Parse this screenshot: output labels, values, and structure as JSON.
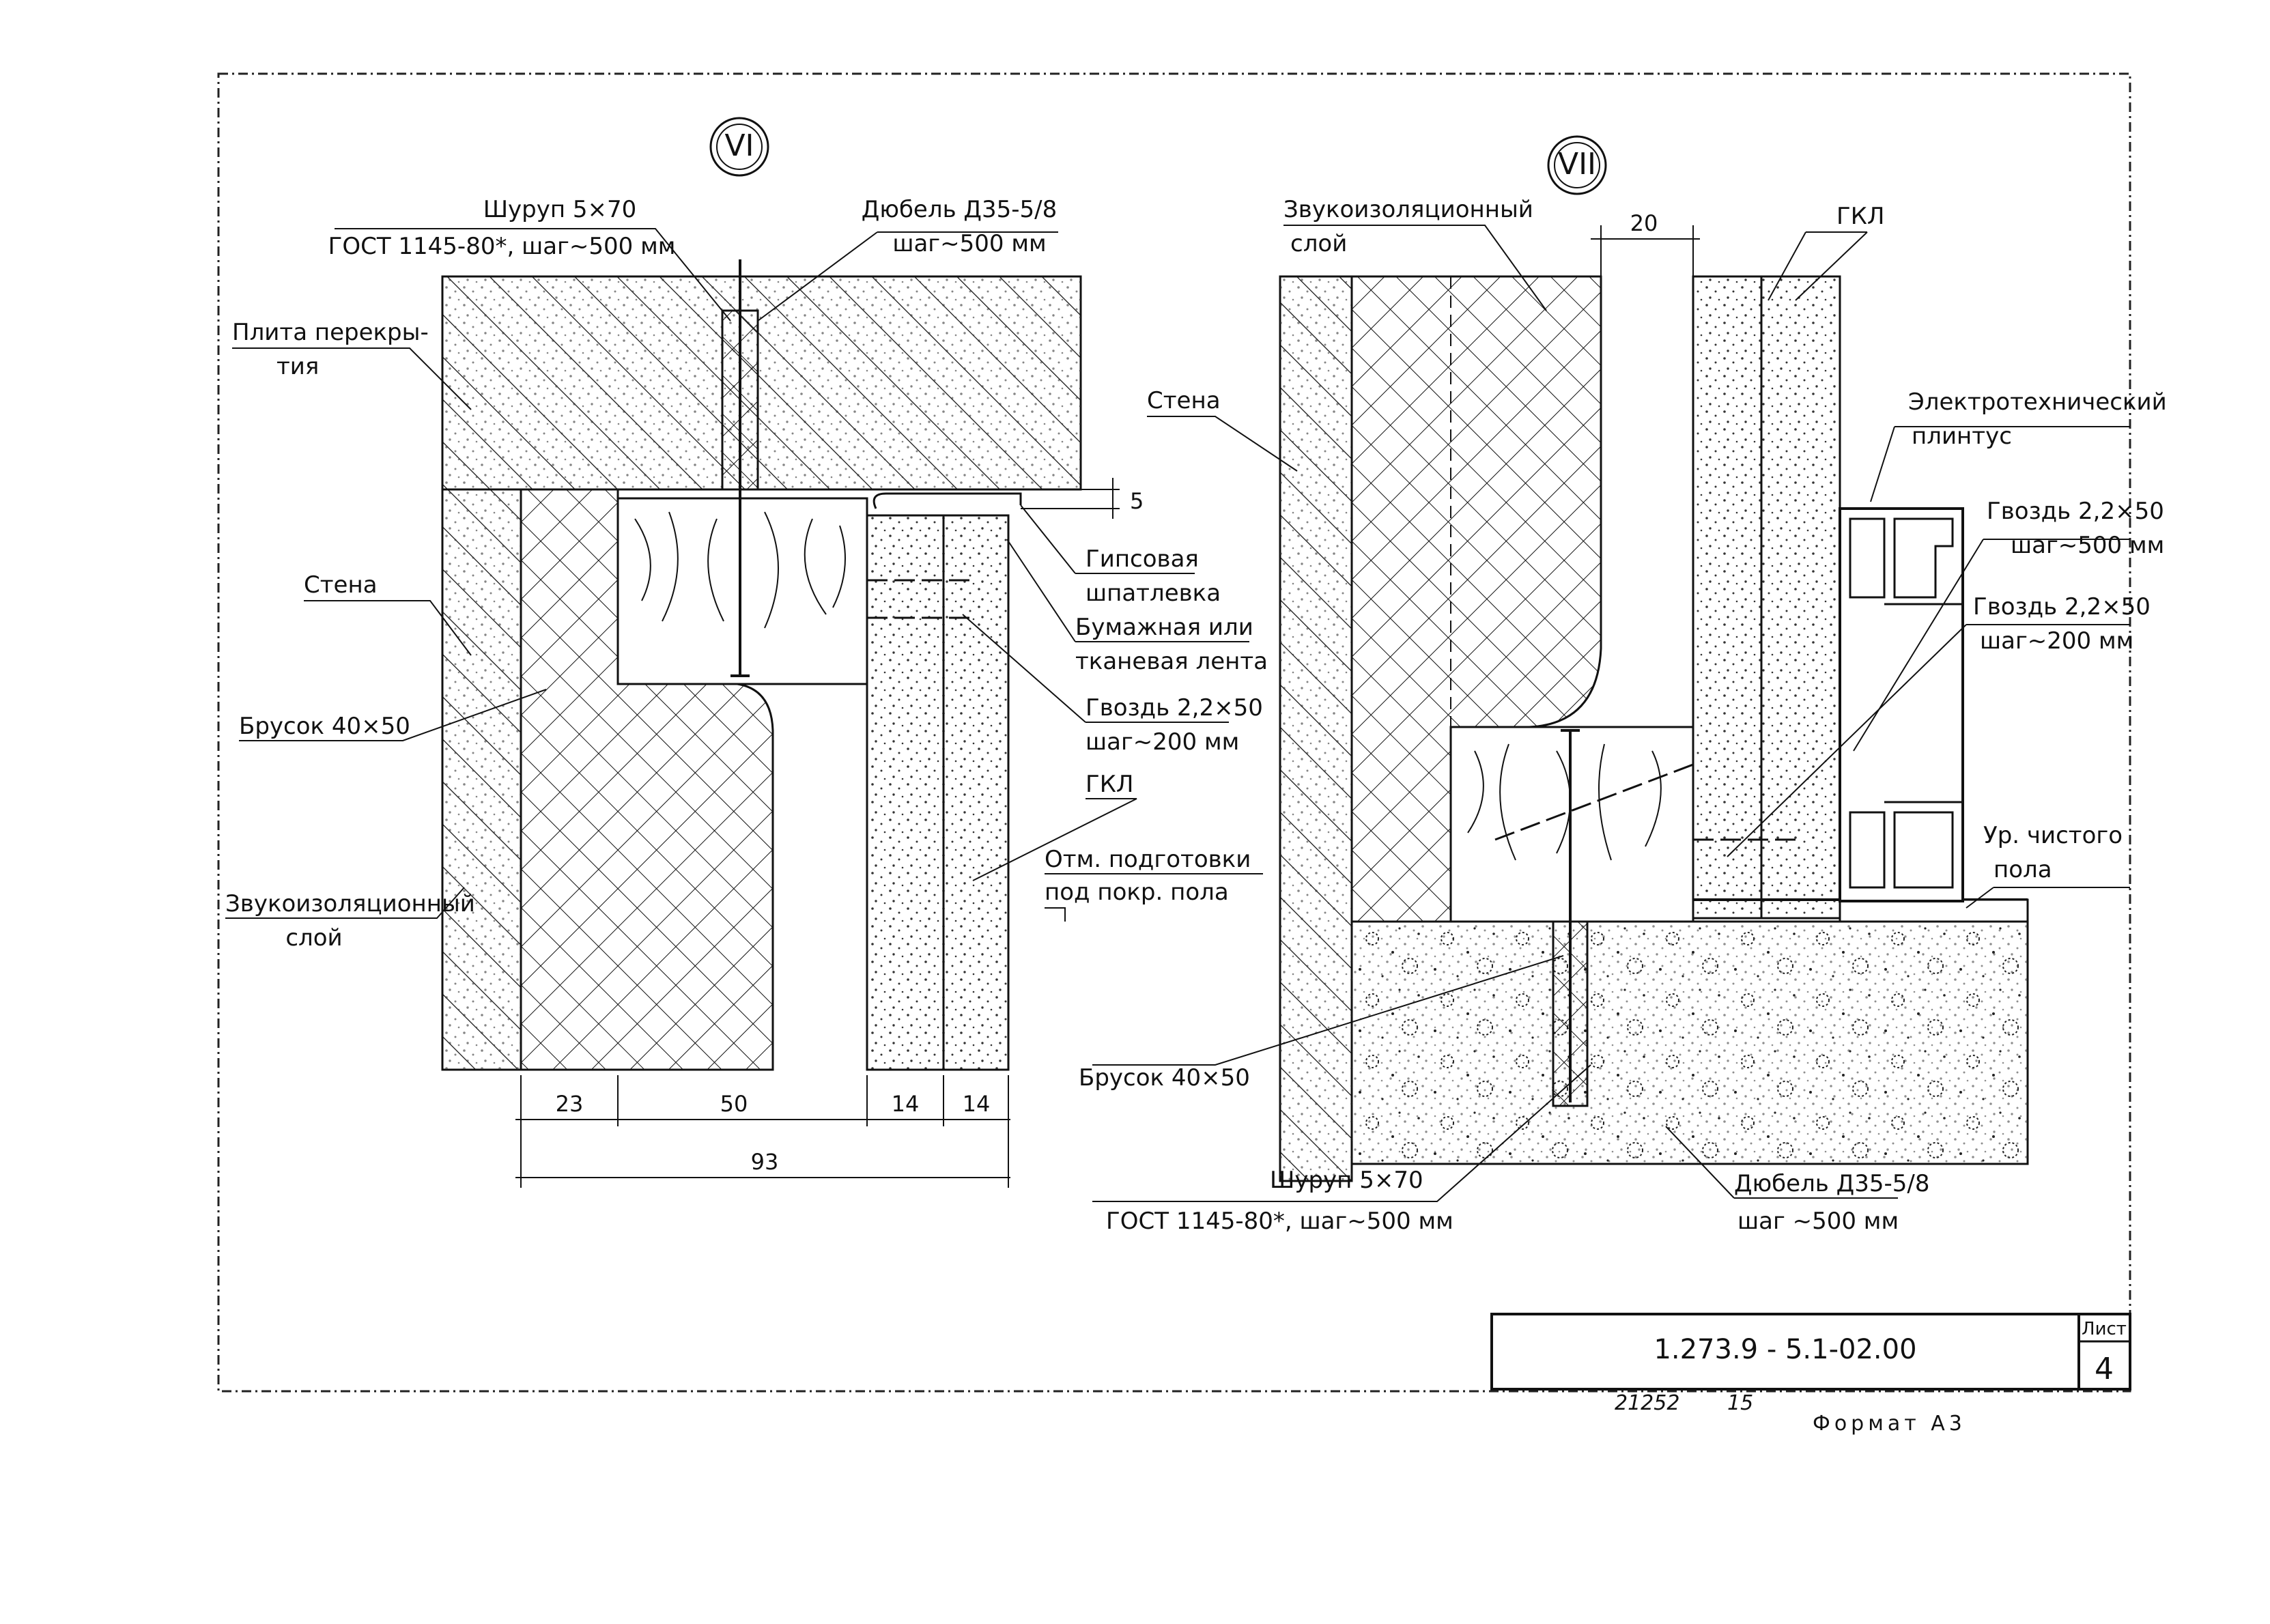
{
  "detail_vi": {
    "marker": "VI",
    "labels": {
      "screw_a": "Шуруп 5×70",
      "screw_b": "ГОСТ 1145-80*, шаг~500 мм",
      "dowel_a": "Дюбель Д35-5/8",
      "dowel_b": "шаг~500 мм",
      "slab_a": "Плита перекры-",
      "slab_b": "тия",
      "wall": "Стена",
      "bar": "Брусок 40×50",
      "insul_a": "Звукоизоляционный",
      "insul_b": "слой",
      "putty_a": "Гипсовая",
      "putty_b": "шпатлевка",
      "tape_a": "Бумажная или",
      "tape_b": "тканевая лента",
      "nail_a": "Гвоздь 2,2×50",
      "nail_b": "шаг~200 мм",
      "gkl": "ГКЛ",
      "mark_a": "Отм. подготовки",
      "mark_b": "под покр. пола"
    },
    "dims": {
      "gap": "5",
      "d1": "23",
      "d2": "50",
      "d3": "14",
      "d4": "14",
      "total": "93"
    }
  },
  "detail_vii": {
    "marker": "VII",
    "labels": {
      "insul_a": "Звукоизоляционный",
      "insul_b": "слой",
      "gkl": "ГКЛ",
      "wall": "Стена",
      "plinth_a": "Электротехнический",
      "plinth_b": "плинтус",
      "nail1_a": "Гвоздь 2,2×50",
      "nail1_b": "шаг~500 мм",
      "nail2_a": "Гвоздь 2,2×50",
      "nail2_b": "шаг~200 мм",
      "floor_a": "Ур. чистого",
      "floor_b": "пола",
      "bar": "Брусок 40×50",
      "screw_a": "Шуруп 5×70",
      "screw_b": "ГОСТ 1145-80*, шаг~500 мм",
      "dowel_a": "Дюбель Д35-5/8",
      "dowel_b": "шаг ~500 мм"
    },
    "dims": {
      "gap": "20"
    }
  },
  "title_block": {
    "code": "1.273.9 - 5.1-02.00",
    "sheet_label": "Лист",
    "sheet_no": "4"
  },
  "footer": {
    "inv": "21252",
    "n": "15",
    "format": "Формат А3"
  }
}
